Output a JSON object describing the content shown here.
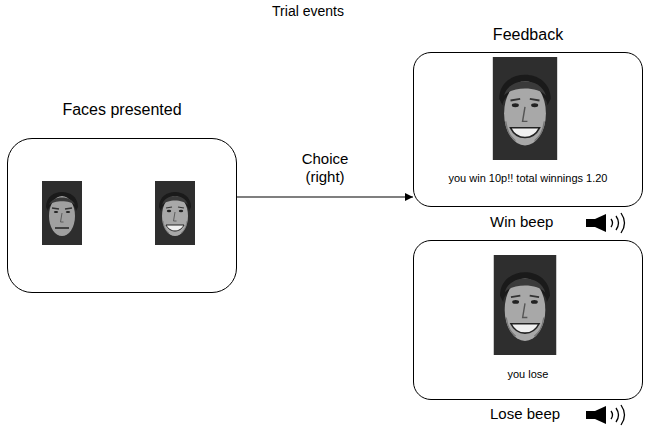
{
  "diagram": {
    "title": "Trial events",
    "nodes": [
      {
        "text": [
          "Faces presented"
        ]
      },
      {
        "text": [
          "Feedback",
          "you win 10p!! total winnings 1.20"
        ]
      },
      {
        "text": [
          "you lose"
        ]
      }
    ],
    "edges": [
      {
        "from": 0,
        "to": 1,
        "arrow": "to",
        "label": "Choice (right)"
      }
    ],
    "labels": [
      "Win beep",
      "Lose beep"
    ]
  }
}
